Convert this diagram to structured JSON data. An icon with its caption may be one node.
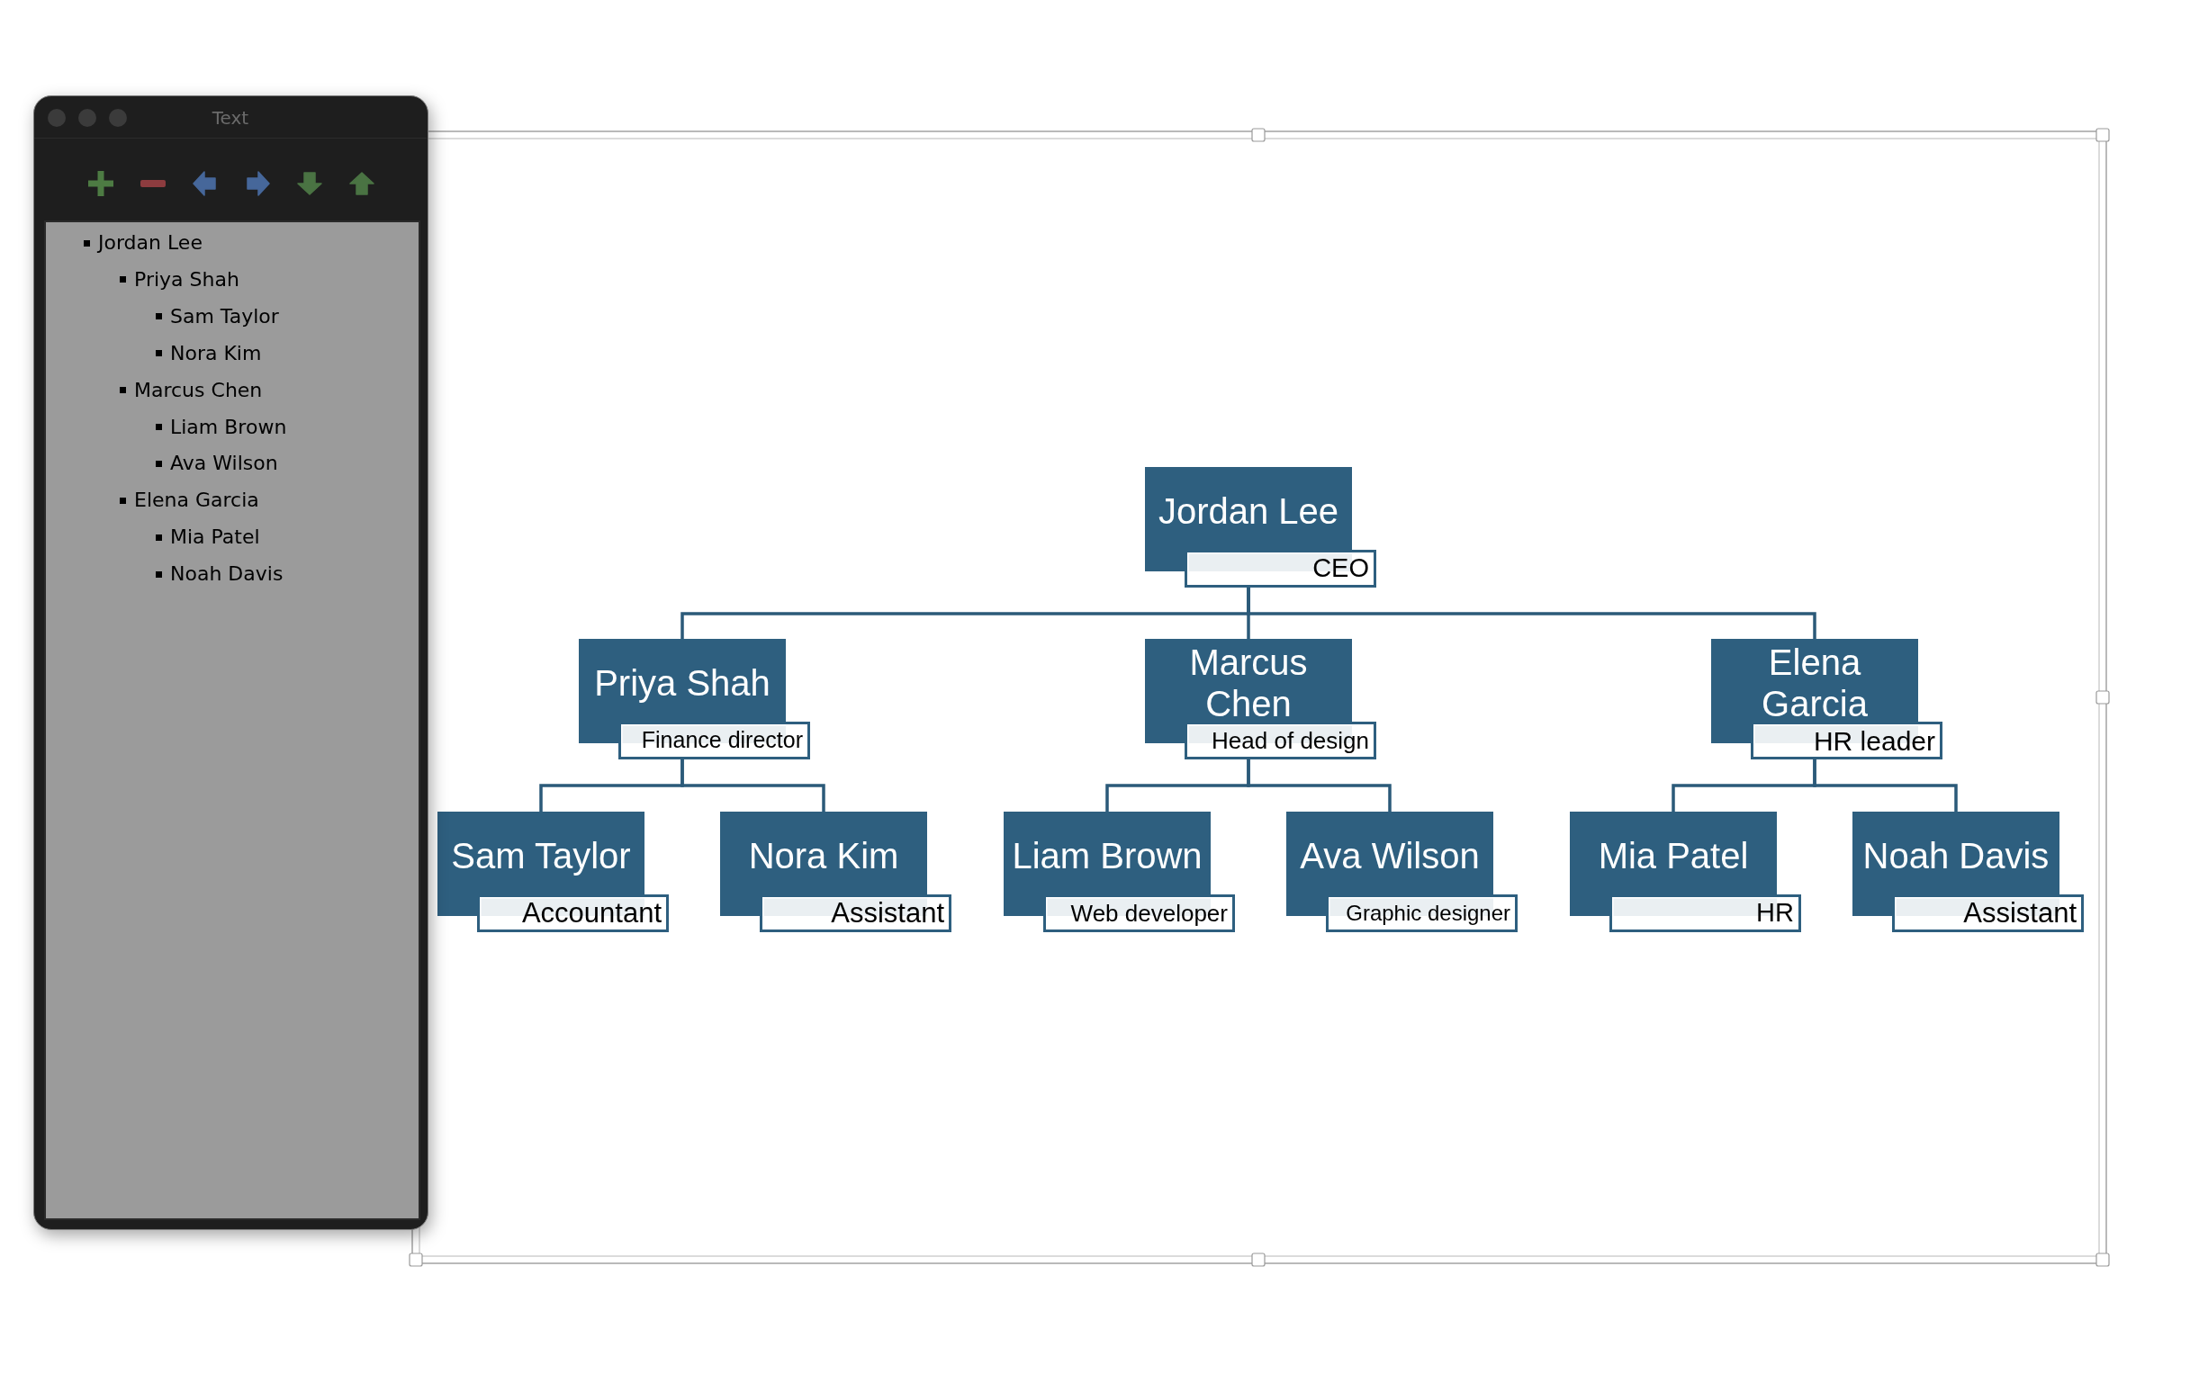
{
  "diagram": {
    "nodes": [
      {
        "text": [
          "Jordan Lee",
          "CEO"
        ]
      },
      {
        "text": [
          "Priya Shah",
          "Finance director"
        ]
      },
      {
        "text": [
          "Marcus Chen",
          "Head of design"
        ]
      },
      {
        "text": [
          "Elena Garcia",
          "HR leader"
        ]
      },
      {
        "text": [
          "Sam Taylor",
          "Accountant"
        ]
      },
      {
        "text": [
          "Nora Kim",
          "Assistant"
        ]
      },
      {
        "text": [
          "Liam Brown",
          "Web developer"
        ]
      },
      {
        "text": [
          "Ava Wilson",
          "Graphic designer"
        ]
      },
      {
        "text": [
          "Mia Patel",
          "HR"
        ]
      },
      {
        "text": [
          "Noah Davis",
          "Assistant"
        ]
      }
    ],
    "edges": [
      {
        "from": 0,
        "to": 1,
        "arrow": "none"
      },
      {
        "from": 0,
        "to": 2,
        "arrow": "none"
      },
      {
        "from": 0,
        "to": 3,
        "arrow": "none"
      },
      {
        "from": 1,
        "to": 4,
        "arrow": "none"
      },
      {
        "from": 1,
        "to": 5,
        "arrow": "none"
      },
      {
        "from": 2,
        "to": 6,
        "arrow": "none"
      },
      {
        "from": 2,
        "to": 7,
        "arrow": "none"
      },
      {
        "from": 3,
        "to": 8,
        "arrow": "none"
      },
      {
        "from": 3,
        "to": 9,
        "arrow": "none"
      }
    ],
    "labels": [
      "Text",
      "Jordan Lee",
      "Priya Shah",
      "Sam Taylor",
      "Nora Kim",
      "Marcus Chen",
      "Liam Brown",
      "Ava Wilson",
      "Elena Garcia",
      "Mia Patel",
      "Noah Davis"
    ]
  }
}
